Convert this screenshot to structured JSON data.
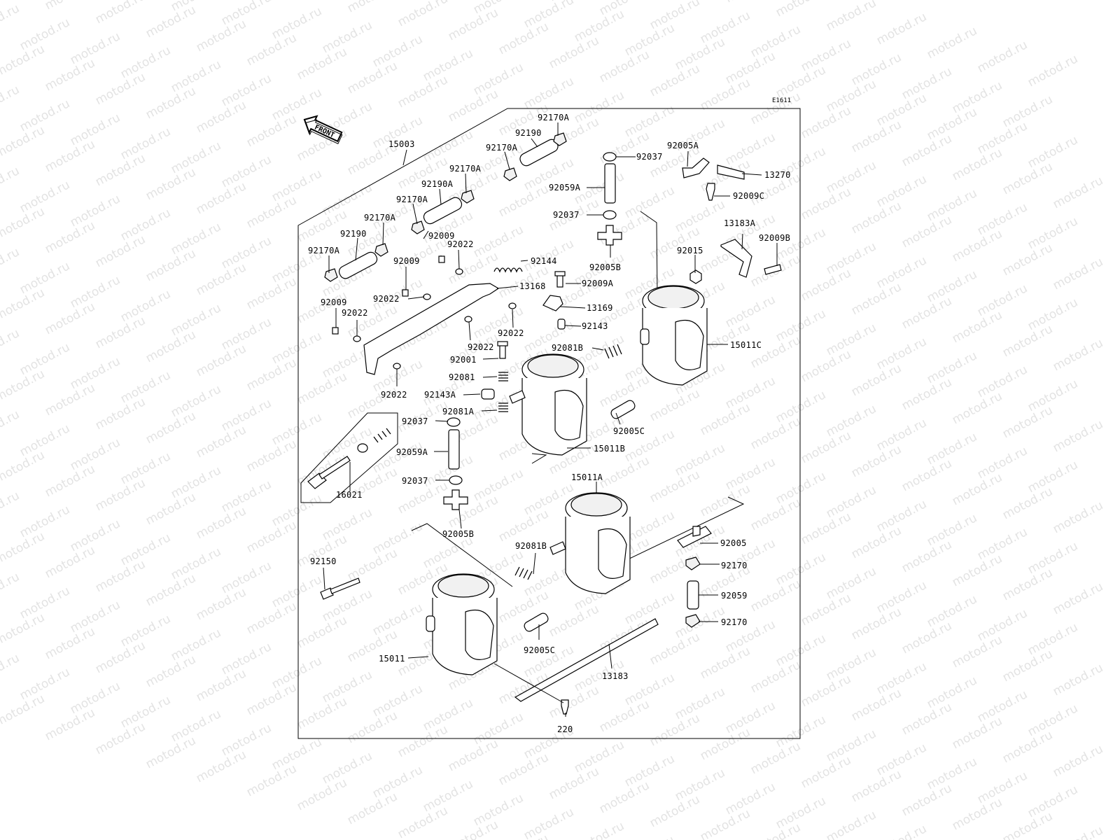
{
  "watermark": {
    "text": "motod.ru"
  },
  "diagram": {
    "code": "E1611",
    "front_label": "FRONT"
  },
  "callouts": {
    "c_15003": "15003",
    "c_92170A_1": "92170A",
    "c_92190_1": "92190",
    "c_92170A_2": "92170A",
    "c_92170A_3": "92170A",
    "c_92190A": "92190A",
    "c_92170A_4": "92170A",
    "c_92170A_5": "92170A",
    "c_92190_2": "92190",
    "c_92170A_6": "92170A",
    "c_92009_1": "92009",
    "c_92022_1": "92022",
    "c_92009_2": "92009",
    "c_92144": "92144",
    "c_13168": "13168",
    "c_92009A": "92009A",
    "c_92022_2": "92022",
    "c_92009_3": "92009",
    "c_92022_3": "92022",
    "c_92022_4": "92022",
    "c_92022_5": "92022",
    "c_92022_6": "92022",
    "c_13169": "13169",
    "c_92143": "92143",
    "c_92001": "92001",
    "c_92081": "92081",
    "c_92143A": "92143A",
    "c_92081A": "92081A",
    "c_92081B_1": "92081B",
    "c_92037_1": "92037",
    "c_92059A_1": "92059A",
    "c_92037_2": "92037",
    "c_92005B_1": "92005B",
    "c_92005A": "92005A",
    "c_13270": "13270",
    "c_92009C": "92009C",
    "c_13183A": "13183A",
    "c_92009B": "92009B",
    "c_92015": "92015",
    "c_15011C": "15011C",
    "c_92005C_1": "92005C",
    "c_15011B": "15011B",
    "c_92037_3": "92037",
    "c_92059A_2": "92059A",
    "c_92037_4": "92037",
    "c_92005B_2": "92005B",
    "c_16021": "16021",
    "c_15011A": "15011A",
    "c_92081B_2": "92081B",
    "c_92005": "92005",
    "c_92170_1": "92170",
    "c_92059": "92059",
    "c_92170_2": "92170",
    "c_92150": "92150",
    "c_15011": "15011",
    "c_92005C_2": "92005C",
    "c_13183": "13183",
    "c_220": "220"
  }
}
